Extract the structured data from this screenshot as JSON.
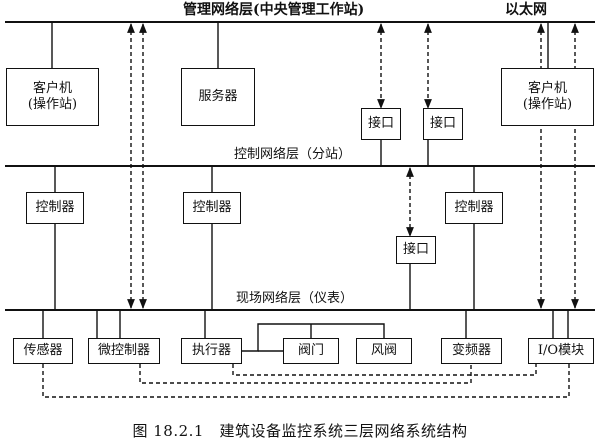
{
  "layers": {
    "management": "管理网络层(中央管理工作站)",
    "ethernet": "以太网",
    "control": "控制网络层（分站）",
    "field": "现场网络层（仪表）"
  },
  "boxes": {
    "client_left": {
      "line1": "客户机",
      "line2": "(操作站)"
    },
    "server": "服务器",
    "interface_a": "接口",
    "interface_b": "接口",
    "client_right": {
      "line1": "客户机",
      "line2": "(操作站)"
    },
    "controller_1": "控制器",
    "controller_2": "控制器",
    "controller_3": "控制器",
    "interface_c": "接口",
    "sensor": "传感器",
    "micro_controller": "微控制器",
    "actuator": "执行器",
    "valve": "阀门",
    "damper": "风阀",
    "vfd": "变频器",
    "io_module": "I/O模块"
  },
  "caption": "图 18.2.1　建筑设备监控系统三层网络系统结构"
}
